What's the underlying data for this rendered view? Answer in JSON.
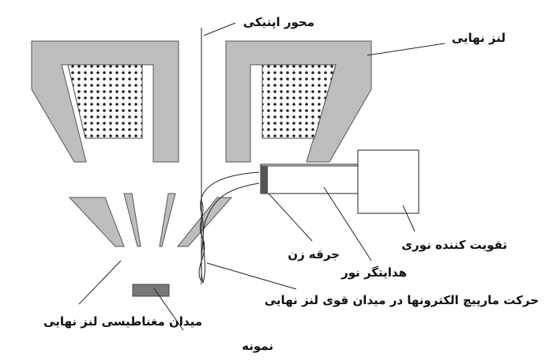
{
  "labels": {
    "optical_axis": "محور اپتیکی",
    "final_lens": "لنز نهایی",
    "photomultiplier": "تقویت کننده نوری",
    "scintillator": "جرقه زن",
    "light_guide": "هدایتگر نور",
    "spiral_motion": "حرکت مارپیچ الکترونها در میدان قوی لنز نهایی",
    "magnetic_field": "میدان مغناطیسی لنز نهایی",
    "sample": "نمونه"
  },
  "colors": {
    "pole_piece": "#bdbdbd",
    "scintillator": "#555555",
    "sample": "#777777"
  }
}
